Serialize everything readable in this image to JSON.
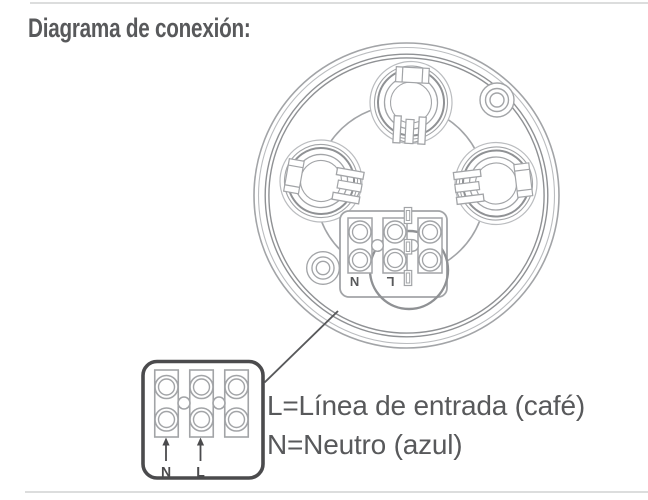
{
  "header": {
    "title": "Diagrama de conexión:"
  },
  "diagram": {
    "device": {
      "terminal_block": {
        "label_n": "N",
        "label_l": "L"
      }
    },
    "inset": {
      "label_n": "N",
      "label_l": "L"
    },
    "legend": {
      "line_l": "L=Línea de entrada (café)",
      "line_n": "N=Neutro (azul)"
    }
  },
  "colors": {
    "line": "#a2a4a7",
    "line_soft": "#babcbf",
    "line_strong": "#8f9194",
    "dark": "#58595b",
    "box_border": "#4b4b4d",
    "rule": "#dcdddd",
    "background": "#ffffff"
  }
}
